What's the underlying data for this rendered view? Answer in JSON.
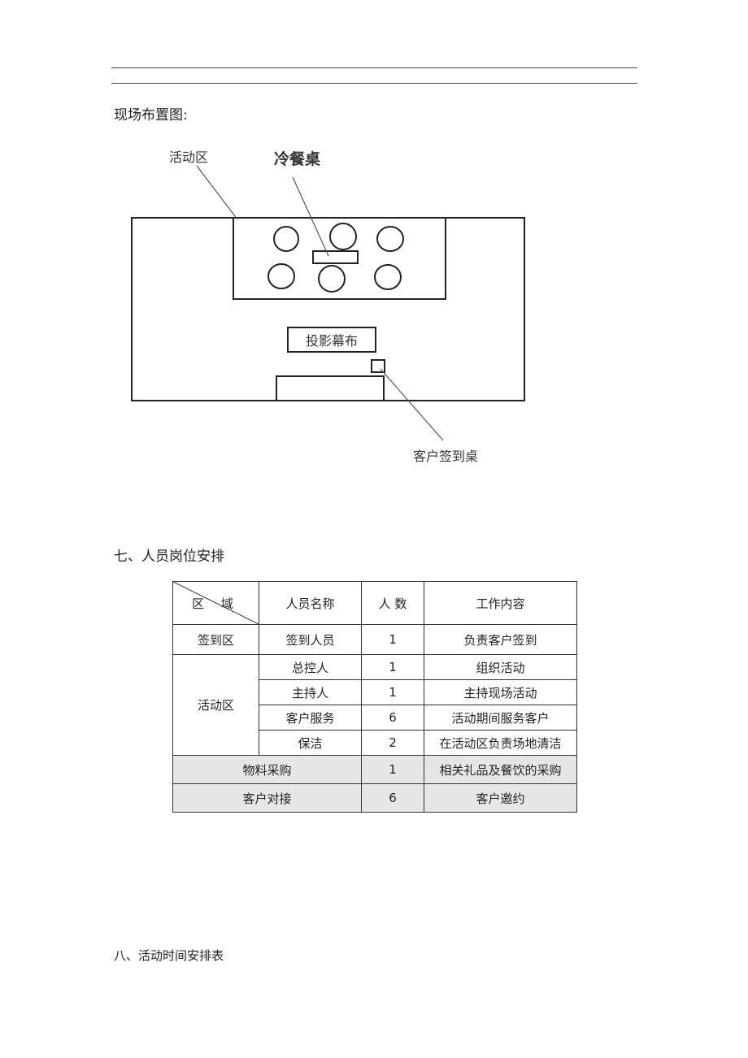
{
  "layout_section": {
    "heading": "现场布置图:",
    "labels": {
      "activity_area": "活动区",
      "cold_table": "冷餐桌",
      "screen": "投影幕布",
      "signin_desk": "客户签到桌"
    }
  },
  "staff_section": {
    "heading": "七、人员岗位安排",
    "table": {
      "header": {
        "diag_label": "区 域",
        "name": "人员名称",
        "count": "人 数",
        "work": "工作内容"
      },
      "rows": [
        {
          "area": "签到区",
          "name": "签到人员",
          "count": "1",
          "work": "负责客户签到"
        },
        {
          "area": "活动区",
          "name": "总控人",
          "count": "1",
          "work": "组织活动"
        },
        {
          "area": "",
          "name": "主持人",
          "count": "1",
          "work": "主持现场活动"
        },
        {
          "area": "",
          "name": "客户服务",
          "count": "6",
          "work": "活动期间服务客户"
        },
        {
          "area": "",
          "name": "保洁",
          "count": "2",
          "work": "在活动区负责场地清洁"
        },
        {
          "area": "物料采购",
          "name": "",
          "count": "1",
          "work": "相关礼品及餐饮的采购"
        },
        {
          "area": "客户对接",
          "name": "",
          "count": "6",
          "work": "客户邀约"
        }
      ]
    }
  },
  "schedule_section": {
    "heading": "八、活动时间安排表"
  }
}
